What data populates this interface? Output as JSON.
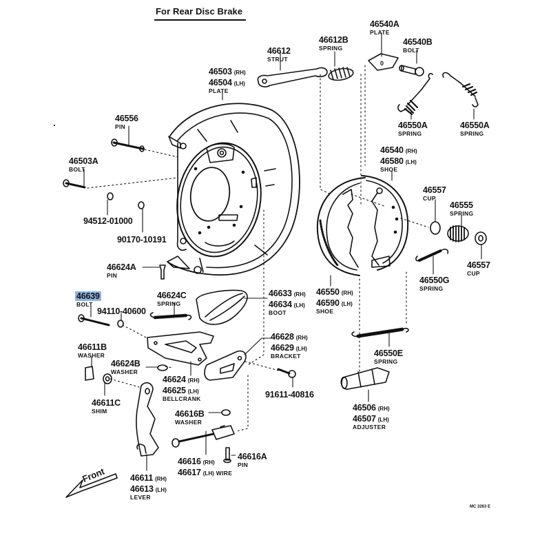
{
  "diagram": {
    "title": "For Rear Disc Brake",
    "drawing_code": "MC 3263 E",
    "front_label": "Front",
    "highlighted_part": "46639",
    "highlight_color": "#8fb4e3"
  },
  "parts": {
    "p46612": {
      "num": "46612",
      "name": "STRUT"
    },
    "p46612b": {
      "num": "46612B",
      "name": "SPRING"
    },
    "p46540a": {
      "num": "46540A",
      "name": "PLATE"
    },
    "p46540b": {
      "num": "46540B",
      "name": "BOLT"
    },
    "p46503": {
      "rh": "46503",
      "lh": "46504",
      "rh_tag": "(RH)",
      "lh_tag": "(LH)",
      "name": "PLATE"
    },
    "p46550a_1": {
      "num": "46550A",
      "name": "SPRING"
    },
    "p46550a_2": {
      "num": "46550A",
      "name": "SPRING"
    },
    "p46556": {
      "num": "46556",
      "name": "PIN"
    },
    "p46503a": {
      "num": "46503A",
      "name": "BOLT"
    },
    "p94512": {
      "num": "94512-01000"
    },
    "p90170": {
      "num": "90170-10191"
    },
    "p46540": {
      "rh": "46540",
      "lh": "46580",
      "rh_tag": "(RH)",
      "lh_tag": "(LH)",
      "name": "SHOE"
    },
    "p46557_1": {
      "num": "46557",
      "name": "CUP"
    },
    "p46555": {
      "num": "46555",
      "name": "SPRING"
    },
    "p46557_2": {
      "num": "46557",
      "name": "CUP"
    },
    "p46550g": {
      "num": "46550G",
      "name": "SPRING"
    },
    "p46624a": {
      "num": "46624A",
      "name": "PIN"
    },
    "p46639": {
      "num": "46639",
      "name": "BOLT"
    },
    "p94110": {
      "num": "94110-40600"
    },
    "p46624c": {
      "num": "46624C",
      "name": "SPRING"
    },
    "p46633": {
      "rh": "46633",
      "lh": "46634",
      "rh_tag": "(RH)",
      "lh_tag": "(LH)",
      "name": "BOOT"
    },
    "p46550": {
      "rh": "46550",
      "lh": "46590",
      "rh_tag": "(RH)",
      "lh_tag": "(LH)",
      "name": "SHOE"
    },
    "p46628": {
      "rh": "46628",
      "lh": "46629",
      "rh_tag": "(RH)",
      "lh_tag": "(LH)",
      "name": "BRACKET"
    },
    "p46550e": {
      "num": "46550E",
      "name": "SPRING"
    },
    "p46611b": {
      "num": "46611B",
      "name": "WASHER"
    },
    "p46624b": {
      "num": "46624B",
      "name": "WASHER"
    },
    "p46624": {
      "rh": "46624",
      "lh": "46625",
      "rh_tag": "(RH)",
      "lh_tag": "(LH)",
      "name": "BELLCRANK"
    },
    "p91611": {
      "num": "91611-40816"
    },
    "p46611c": {
      "num": "46611C",
      "name": "SHIM"
    },
    "p46616b": {
      "num": "46616B",
      "name": "WASHER"
    },
    "p46506": {
      "rh": "46506",
      "lh": "46507",
      "rh_tag": "(RH)",
      "lh_tag": "(LH)",
      "name": "ADJUSTER"
    },
    "p46616": {
      "rh": "46616",
      "lh": "46617",
      "rh_tag": "(RH)",
      "lh_tag": "(LH)",
      "name": "WIRE"
    },
    "p46616a": {
      "num": "46616A",
      "name": "PIN"
    },
    "p46611": {
      "rh": "46611",
      "lh": "46613",
      "rh_tag": "(RH)",
      "lh_tag": "(LH)",
      "name": "LEVER"
    }
  }
}
